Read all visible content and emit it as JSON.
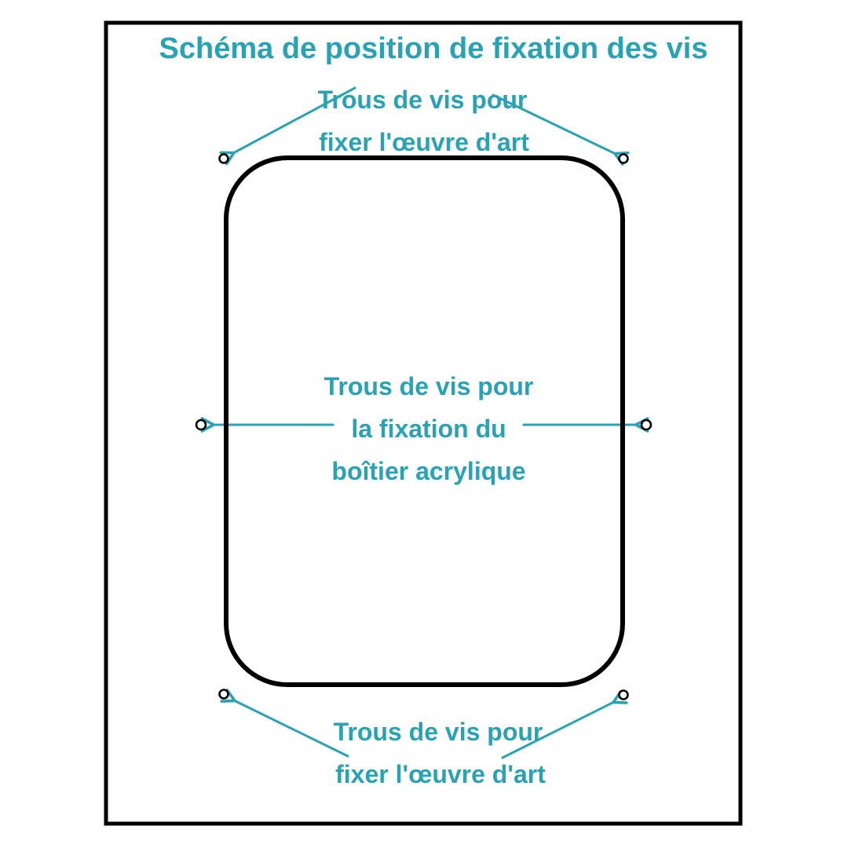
{
  "colors": {
    "accent": "#29A2B4",
    "outline": "#000000",
    "background": "#FFFFFF"
  },
  "diagram": {
    "title": "Schéma de position de fixation des vis",
    "top_label": {
      "line1": "Trous de vis pour",
      "line2": "fixer l'œuvre d'art"
    },
    "middle_label": {
      "line1": "Trous de vis pour",
      "line2": "la fixation du",
      "line3": "boîtier acrylique"
    },
    "bottom_label": {
      "line1": "Trous de vis pour",
      "line2": "fixer l'œuvre d'art"
    }
  }
}
